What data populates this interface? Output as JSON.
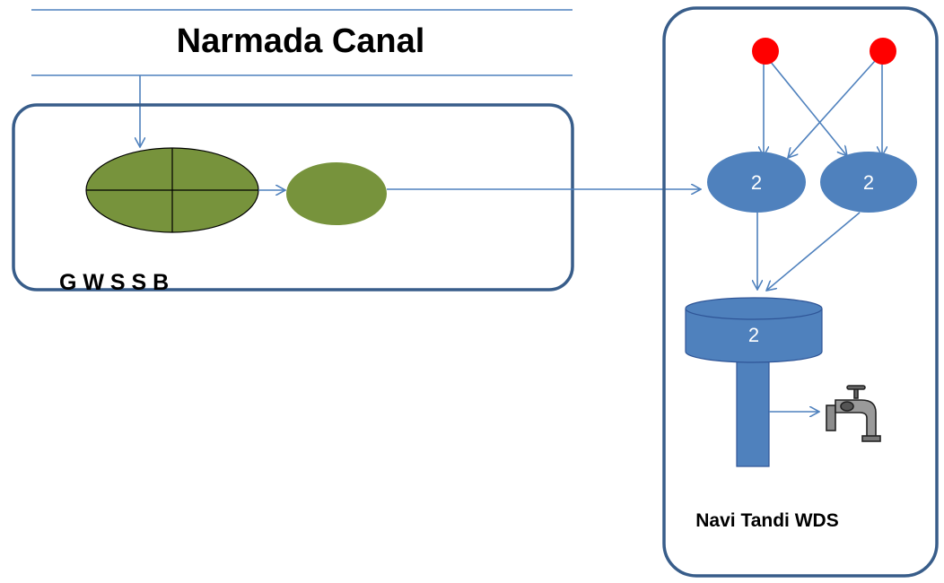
{
  "canal": {
    "title": "Narmada Canal"
  },
  "gwssb": {
    "label": "G W S S B"
  },
  "wds": {
    "label": "Navi Tandi WDS",
    "node_left_value": "2",
    "node_right_value": "2",
    "tank_value": "2"
  },
  "colors": {
    "line": "#4f81bd",
    "box_border": "#385d8a",
    "green_fill": "#77933c",
    "blue_fill": "#4f81bd",
    "source_red": "#ff0000"
  },
  "icons": [
    "tap-icon"
  ]
}
